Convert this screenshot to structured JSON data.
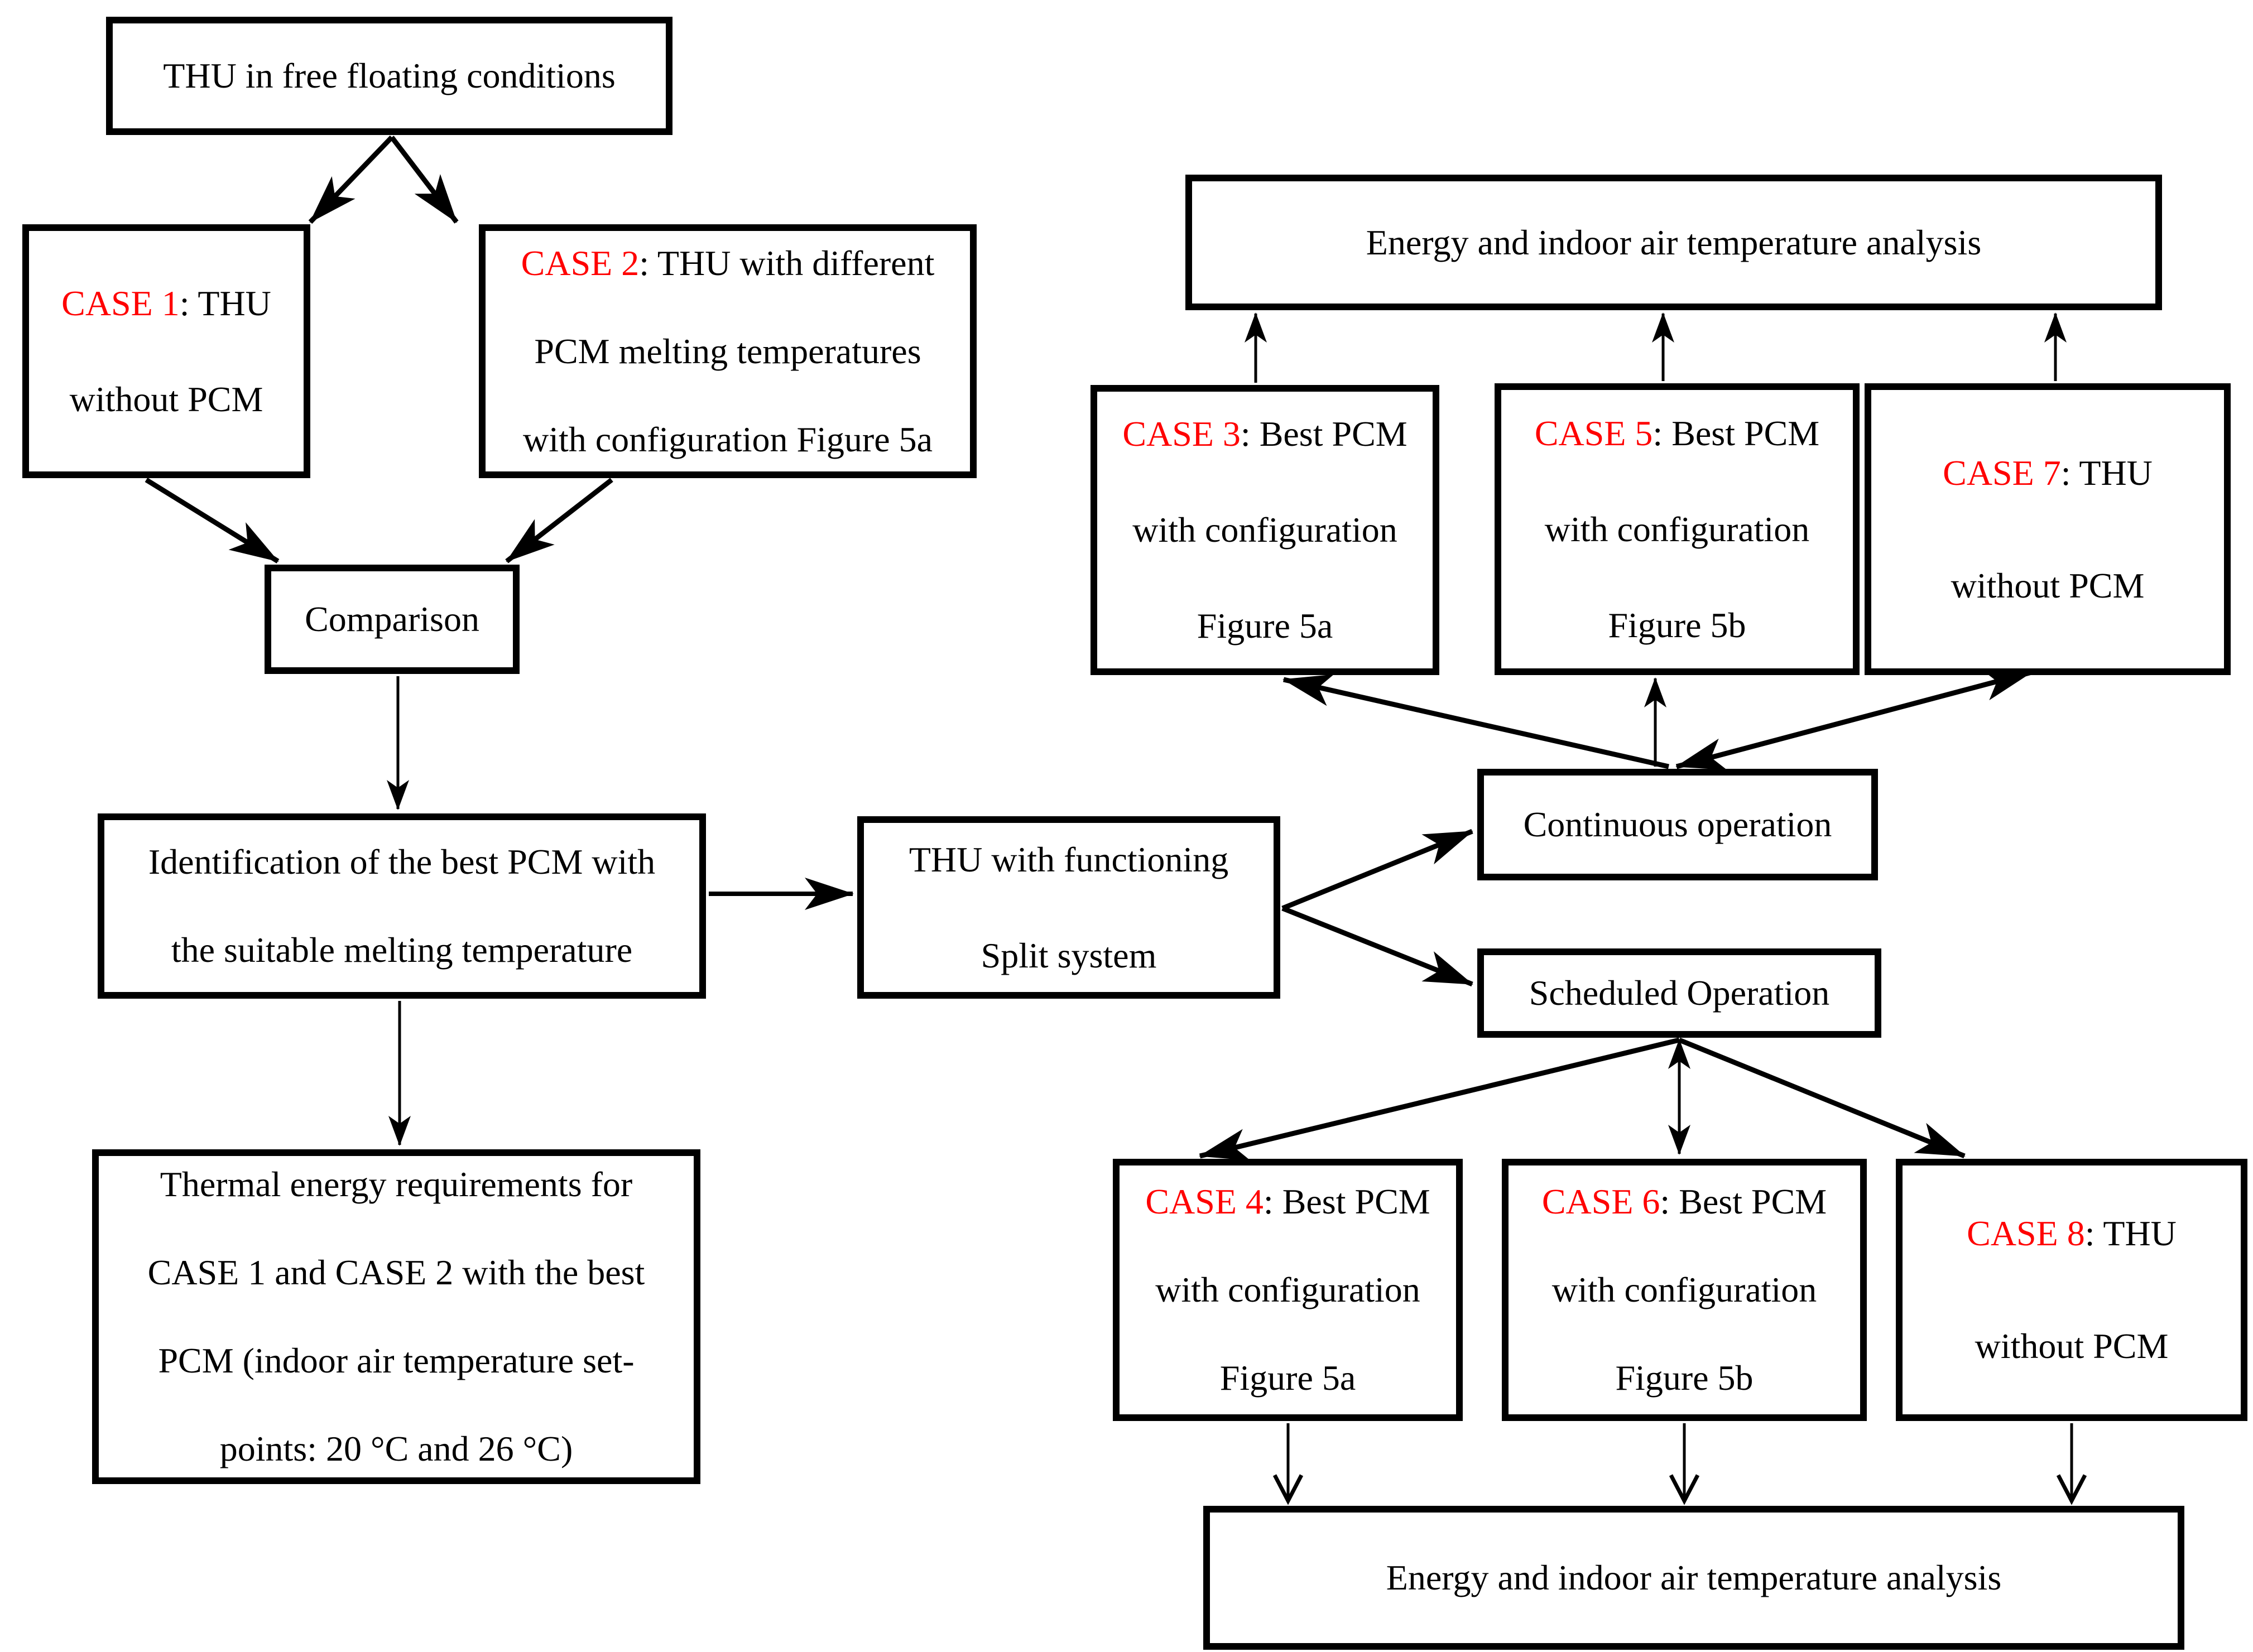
{
  "diagram": {
    "colors": {
      "case_label": "#ff0000",
      "text": "#000000",
      "line": "#000000",
      "background": "#ffffff"
    },
    "boxes": {
      "free_floating": {
        "text": "THU in free floating conditions"
      },
      "case1": {
        "label": "CASE 1",
        "label_suffix": ": THU",
        "lines": [
          "without PCM"
        ]
      },
      "case2": {
        "label": "CASE 2",
        "label_suffix": ": THU with different",
        "lines": [
          "PCM melting temperatures",
          "with configuration Figure 5a"
        ]
      },
      "comparison": {
        "text": "Comparison"
      },
      "identification": {
        "lines": [
          "Identification of the best PCM with",
          "the suitable melting temperature"
        ]
      },
      "thermal": {
        "lines": [
          "Thermal energy requirements for",
          "CASE 1 and CASE 2 with the best",
          "PCM (indoor air temperature set-",
          "points: 20 °C and 26 °C)"
        ]
      },
      "thu_split": {
        "lines": [
          "THU with functioning",
          "Split system"
        ]
      },
      "continuous": {
        "text": "Continuous operation"
      },
      "scheduled": {
        "text": "Scheduled Operation"
      },
      "analysis_top": {
        "text": "Energy and indoor air temperature analysis"
      },
      "case3": {
        "label": "CASE 3",
        "label_suffix": ": Best PCM",
        "lines": [
          "with configuration",
          "Figure 5a"
        ]
      },
      "case5": {
        "label": "CASE 5",
        "label_suffix": ": Best PCM",
        "lines": [
          "with configuration",
          "Figure 5b"
        ]
      },
      "case7": {
        "label": "CASE 7",
        "label_suffix": ": THU",
        "lines": [
          "without PCM"
        ]
      },
      "case4": {
        "label": "CASE 4",
        "label_suffix": ": Best PCM",
        "lines": [
          "with configuration",
          "Figure 5a"
        ]
      },
      "case6": {
        "label": "CASE 6",
        "label_suffix": ": Best PCM",
        "lines": [
          "with configuration",
          "Figure 5b"
        ]
      },
      "case8": {
        "label": "CASE 8",
        "label_suffix": ": THU",
        "lines": [
          "without PCM"
        ]
      },
      "analysis_bottom": {
        "text": "Energy and indoor air temperature analysis"
      }
    },
    "edges": [
      {
        "from": "free_floating",
        "to": "case1"
      },
      {
        "from": "free_floating",
        "to": "case2"
      },
      {
        "from": "case1",
        "to": "comparison"
      },
      {
        "from": "case2",
        "to": "comparison"
      },
      {
        "from": "comparison",
        "to": "identification"
      },
      {
        "from": "identification",
        "to": "thu_split"
      },
      {
        "from": "identification",
        "to": "thermal"
      },
      {
        "from": "thu_split",
        "to": "continuous"
      },
      {
        "from": "thu_split",
        "to": "scheduled"
      },
      {
        "from": "continuous",
        "to": "case3"
      },
      {
        "from": "continuous",
        "to": "case5"
      },
      {
        "from": "continuous",
        "to": "case7",
        "bidirectional": true
      },
      {
        "from": "case3",
        "to": "analysis_top"
      },
      {
        "from": "case5",
        "to": "analysis_top"
      },
      {
        "from": "case7",
        "to": "analysis_top"
      },
      {
        "from": "scheduled",
        "to": "case4"
      },
      {
        "from": "scheduled",
        "to": "case6",
        "bidirectional": true
      },
      {
        "from": "scheduled",
        "to": "case8"
      },
      {
        "from": "case4",
        "to": "analysis_bottom"
      },
      {
        "from": "case6",
        "to": "analysis_bottom"
      },
      {
        "from": "case8",
        "to": "analysis_bottom"
      }
    ]
  }
}
